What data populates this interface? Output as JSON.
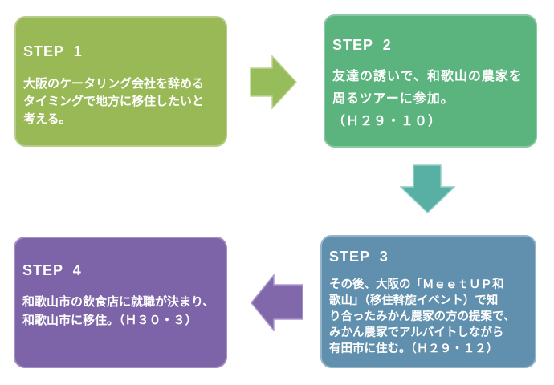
{
  "page": {
    "background_color": "#ffffff",
    "text_color": "#ffffff",
    "description": "4-step relocation flow diagram"
  },
  "steps": [
    {
      "title": "STEP 1",
      "lines": [
        "大阪のケータリング会社を辞める",
        "タイミングで地方に移住したいと",
        "考える。"
      ],
      "color": "#98b956",
      "border_color": "#b6cc88"
    },
    {
      "title": "STEP 2",
      "lines": [
        "友達の誘いで、和歌山の農家を",
        "周るツアーに参加。",
        "（Ｈ２９・１０）"
      ],
      "color": "#5bb37e",
      "border_color": "#89c8a2"
    },
    {
      "title": "STEP 3",
      "lines": [
        "その後、大阪の「ＭｅｅｔＵＰ和",
        "歌山」（移住斡旋イベント）で知",
        "り合ったみかん農家の方の提案で、",
        "みかん農家でアルバイトしながら",
        "有田市に住む。（Ｈ２９・１２）"
      ],
      "color": "#6190ae",
      "border_color": "#93b4c9"
    },
    {
      "title": "STEP 4",
      "lines": [
        "和歌山市の飲食店に就職が決まり、",
        "和歌山市に移住。（Ｈ３０・３）"
      ],
      "color": "#7d64a8",
      "border_color": "#a28fc4"
    }
  ],
  "arrows": [
    {
      "direction": "right",
      "from": "STEP 1",
      "to": "STEP 2",
      "color": "#96bd59",
      "outline_color": "#bdd594"
    },
    {
      "direction": "down",
      "from": "STEP 2",
      "to": "STEP 3",
      "color": "#57b0a3",
      "outline_color": "#94cfc6"
    },
    {
      "direction": "left",
      "from": "STEP 3",
      "to": "STEP 4",
      "color": "#8168ab",
      "outline_color": "#ab99cb"
    }
  ]
}
